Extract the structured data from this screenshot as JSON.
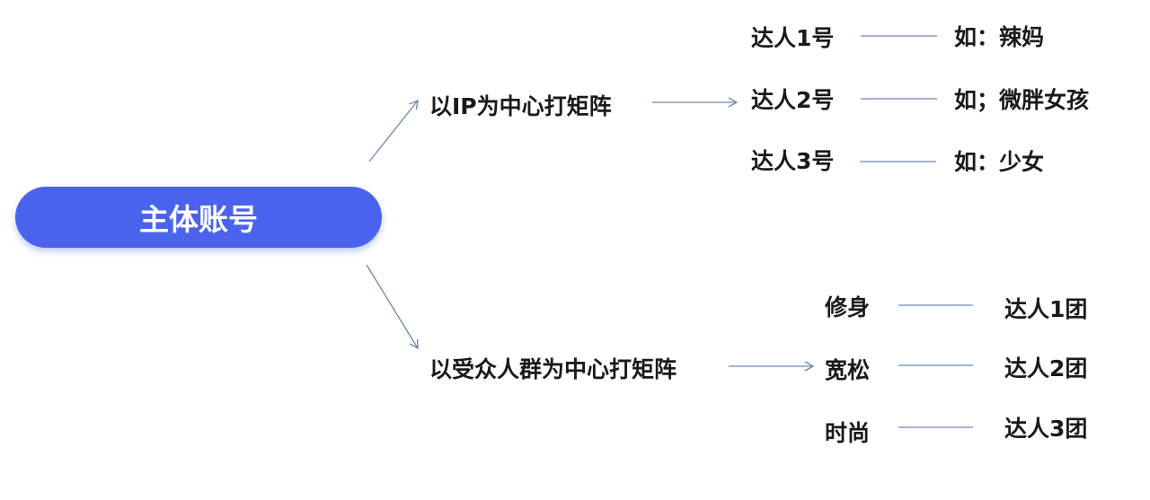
{
  "root": "主体账号",
  "branches": [
    {
      "label": "以IP为中心打矩阵",
      "items": [
        {
          "left": "达人1号",
          "right": "如：辣妈"
        },
        {
          "left": "达人2号",
          "right": "如；微胖女孩"
        },
        {
          "left": "达人3号",
          "right": "如：少女"
        }
      ]
    },
    {
      "label": "以受众人群为中心打矩阵",
      "items": [
        {
          "left": "修身",
          "right": "达人1团"
        },
        {
          "left": "宽松",
          "right": "达人2团"
        },
        {
          "left": "时尚",
          "right": "达人3团"
        }
      ]
    }
  ],
  "colors": {
    "accent": "#4a63ee",
    "line": "#6b86b8"
  }
}
